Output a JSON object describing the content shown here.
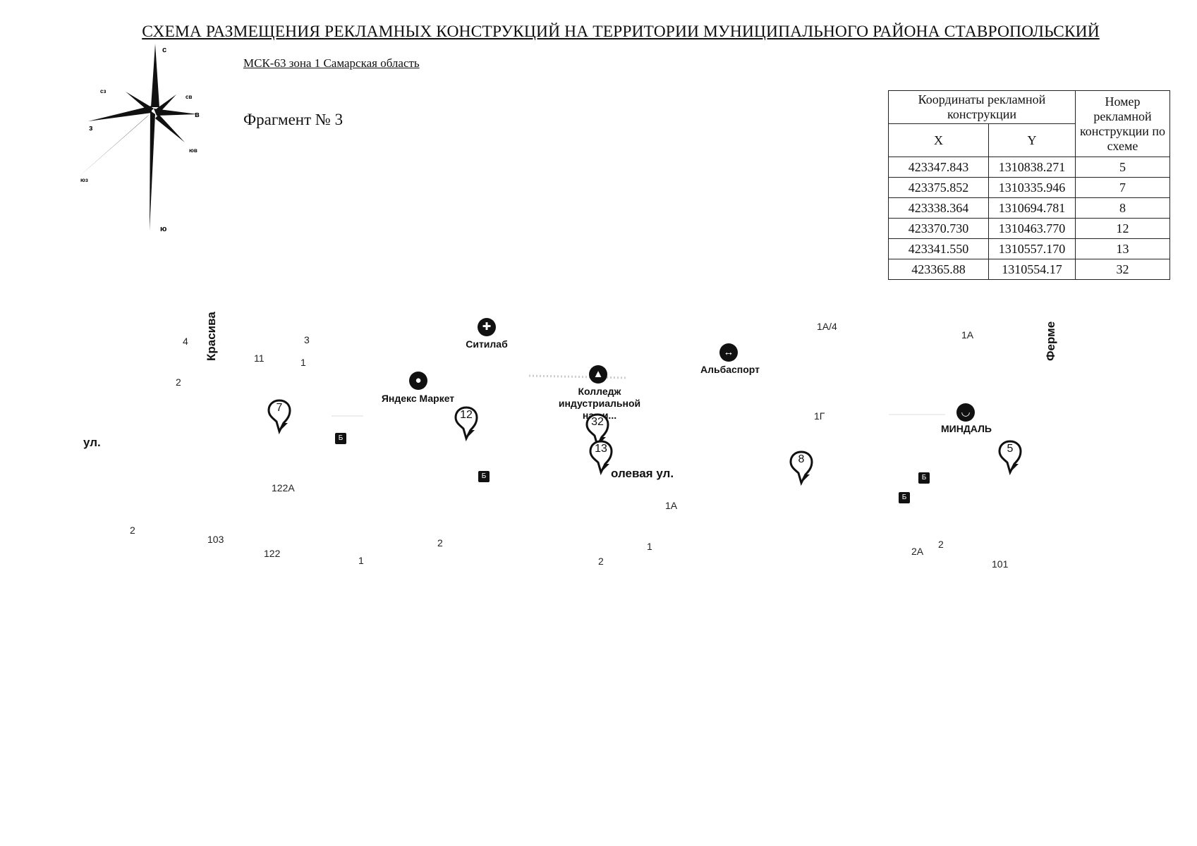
{
  "title": "СХЕМА РАЗМЕЩЕНИЯ РЕКЛАМНЫХ КОНСТРУКЦИЙ НА ТЕРРИТОРИИ МУНИЦИПАЛЬНОГО РАЙОНА СТАВРОПОЛЬСКИЙ",
  "subtitle": "МСК-63 зона 1 Самарская область",
  "fragment": "Фрагмент № 3",
  "compass": {
    "n": "с",
    "s": "ю",
    "w": "з",
    "e": "в",
    "nw": "сз",
    "ne": "св",
    "sw": "юз",
    "se": "юв"
  },
  "table": {
    "header_coords": "Координаты рекламной конструкции",
    "header_number": "Номер рекламной конструкции по схеме",
    "header_x": "X",
    "header_y": "Y",
    "rows": [
      {
        "x": "423347.843",
        "y": "1310838.271",
        "n": "5"
      },
      {
        "x": "423375.852",
        "y": "1310335.946",
        "n": "7"
      },
      {
        "x": "423338.364",
        "y": "1310694.781",
        "n": "8"
      },
      {
        "x": "423370.730",
        "y": "1310463.770",
        "n": "12"
      },
      {
        "x": "423341.550",
        "y": "1310557.170",
        "n": "13"
      },
      {
        "x": "423365.88",
        "y": "1310554.17",
        "n": "32"
      }
    ]
  },
  "map": {
    "streets": {
      "krasiva": "Красива",
      "ferme": "Ферме",
      "ul_left": " ул.",
      "polevaya": "олевая ул."
    },
    "pois": {
      "sitilab": "Ситилаб",
      "yandex": "Яндекс Маркет",
      "college": "Колледж индустриальной на...и...",
      "albasport": "Альбаспорт",
      "mindal": "МИНДАЛЬ"
    },
    "house_numbers": [
      "4",
      "3",
      "11",
      "1",
      "2",
      "1А/4",
      "1А",
      "1Г",
      "122А",
      "2",
      "103",
      "122",
      "1",
      "2",
      "1А",
      "1",
      "2",
      "2А",
      "2",
      "101"
    ],
    "pins": [
      "7",
      "12",
      "32",
      "13",
      "8",
      "5"
    ]
  }
}
